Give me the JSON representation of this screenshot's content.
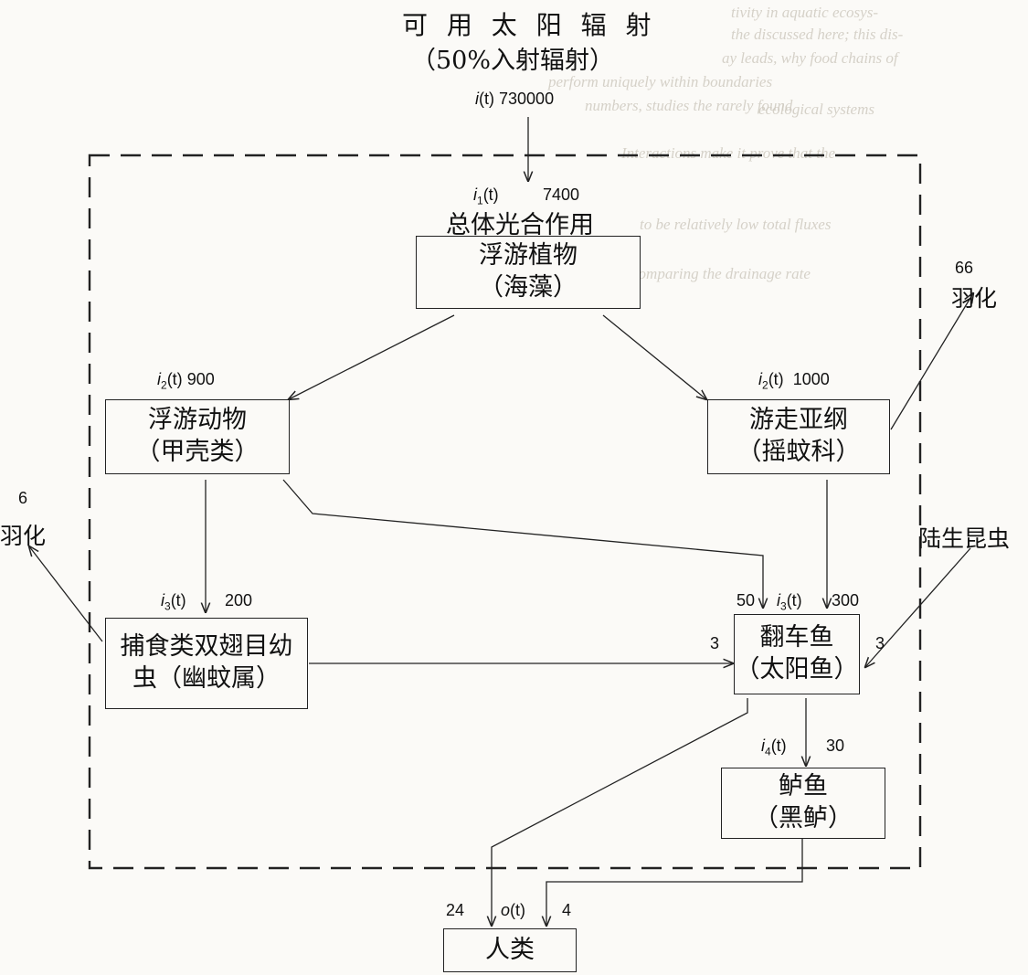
{
  "header": {
    "title": "可 用 太 阳 辐 射",
    "subtitle": "（50%入射辐射）"
  },
  "total_photosynthesis": "总体光合作用",
  "nodes": {
    "phytoplankton": {
      "line1": "浮游植物",
      "line2": "（海藻）"
    },
    "zooplankton": {
      "line1": "浮游动物",
      "line2": "（甲壳类）"
    },
    "nematocera": {
      "line1": "游走亚纲",
      "line2": "（摇蚊科）"
    },
    "chaoborus": {
      "line1": "捕食类双翅目幼",
      "line2": "虫（幽蚊属）"
    },
    "sunfish": {
      "line1": "翻车鱼",
      "line2": "（太阳鱼）"
    },
    "bass": {
      "line1": "鲈鱼",
      "line2": "（黑鲈）"
    },
    "human": {
      "line1": "人类"
    }
  },
  "flows": {
    "i_t": {
      "sym": "i",
      "var": "(t)",
      "value": "730000"
    },
    "i1_t": {
      "sym": "i",
      "sub": "1",
      "var": "(t)",
      "value": "7400"
    },
    "i2_left": {
      "sym": "i",
      "sub": "2",
      "var": "(t)",
      "value": "900"
    },
    "i2_right": {
      "sym": "i",
      "sub": "2",
      "var": "(t)",
      "value": "1000"
    },
    "i3_left": {
      "sym": "i",
      "sub": "3",
      "var": "(t)",
      "value": "200"
    },
    "i3_center": {
      "sym": "i",
      "sub": "3",
      "var": "(t)"
    },
    "i3_from_zoo": "50",
    "i3_from_nem": "300",
    "from_chaoborus": "3",
    "from_terrestrial": "3",
    "i4_t": {
      "sym": "i",
      "sub": "4",
      "var": "(t)",
      "value": "30"
    },
    "o_t": {
      "sym": "o",
      "var": "(t)"
    },
    "to_human_left": "24",
    "to_human_right": "4",
    "emergence_right_value": "66",
    "emergence_left_value": "6"
  },
  "external": {
    "emergence_right": "羽化",
    "emergence_left": "羽化",
    "terrestrial_insects": "陆生昆虫"
  }
}
